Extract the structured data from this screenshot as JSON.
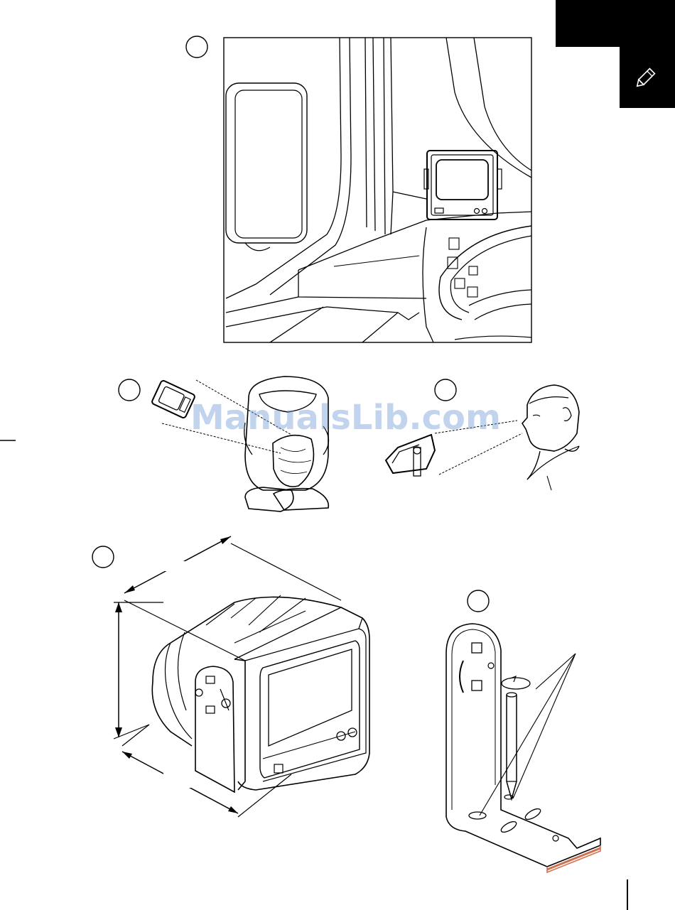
{
  "watermark": "ManualsLib.com",
  "colors": {
    "ink": "#000000",
    "tab": "#000000",
    "watermark": "#7aa0d7",
    "bracket_edge": "#d07050"
  },
  "icons": {
    "corner_tab": "pencil-icon"
  },
  "figures": [
    {
      "id": "fig-1",
      "content": "cab-interior-monitor-on-dashboard"
    },
    {
      "id": "fig-2",
      "content": "driver-view-from-above-with-monitor"
    },
    {
      "id": "fig-3",
      "content": "driver-side-view-line-of-sight-to-monitor"
    },
    {
      "id": "fig-4",
      "content": "monitor-dimensions"
    },
    {
      "id": "fig-5",
      "content": "mounting-bracket-marking-holes"
    }
  ]
}
